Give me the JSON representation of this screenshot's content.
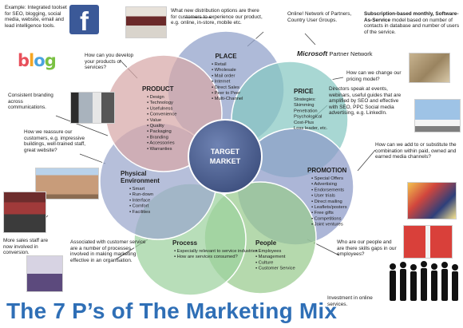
{
  "title": "The 7 P’s of The Marketing Mix",
  "center": {
    "line1": "TARGET",
    "line2": "MARKET"
  },
  "petals": [
    {
      "id": "place",
      "title": "PLACE",
      "items": [
        "Retail",
        "Wholesale",
        "Mail order",
        "Internet",
        "Direct Sales",
        "Peer to Peer",
        "Multi-Channel"
      ],
      "color": "#8f9fc9"
    },
    {
      "id": "price",
      "title": "PRICE",
      "items": [
        "Strategies:",
        "Skimming",
        "Penetration",
        "Psychological",
        "Cost-Plus",
        "Loss leader, etc."
      ],
      "color": "#86c8c2"
    },
    {
      "id": "promotion",
      "title": "PROMOTION",
      "items": [
        "Special Offers",
        "Advertising",
        "Endorsements",
        "User trials",
        "Direct mailing",
        "Leaflets/posters",
        "Free gifts",
        "Competitions",
        "Joint ventures"
      ],
      "color": "#8c9ac7"
    },
    {
      "id": "people",
      "title": "People",
      "items": [
        "Employees",
        "Management",
        "Culture",
        "Customer Service"
      ],
      "color": "#98cb8e"
    },
    {
      "id": "process",
      "title": "Process",
      "items": [
        "Especially relevant to service industries",
        "How are services consumed?"
      ],
      "color": "#9dd19e"
    },
    {
      "id": "physical",
      "title": "Physical Environment",
      "items": [
        "Smart",
        "Run-down",
        "Interface",
        "Comfort",
        "Facilities"
      ],
      "color": "#9aa6cc"
    },
    {
      "id": "product",
      "title": "PRODUCT",
      "items": [
        "Design",
        "Technology",
        "Usefulness",
        "Convenience",
        "Value",
        "Quality",
        "Packaging",
        "Branding",
        "Accessories",
        "Warranties"
      ],
      "color": "#d7a7a7"
    }
  ],
  "notes": {
    "example": "Example: Integrated toolset for SEO, blogging, social media, website, email and lead intelligence tools.",
    "distribution": "What new distribution options are there for customers to experience our product, e.g. online, in-store, mobile etc.",
    "online_network": "Online! Network of Partners, Country User Groups.",
    "subscription_bold": "Subscription-based monthly, Software-As-Service",
    "subscription_rest": " model based on number of contacts in database and number of users of the service.",
    "develop": "How can you develop your products or services?",
    "pricing": "How can we change our pricing model?",
    "branding": "Consistent branding across communications.",
    "directors": "Directors speak at events, webinars, useful guides that are amplified by SEO and effective with SEO, PPC Social media advertising, e.g. LinkedIn.",
    "reassure": "How we reassure our customers, e.g. impressive buildings, well-trained staff, great website?",
    "add_substitute": "How can we add to or substitute the combination within paid, owned and earned media channels?",
    "sales_staff": "More sales staff are now involved in conversion.",
    "customer_service": "Associated with customer service are a number of processes involved in making marketing effective in an organisation.",
    "skills": "Who are our people and are there skills gaps in our employees?",
    "investment": "Investment in online services."
  },
  "logos": {
    "facebook": "f",
    "blog": "blog",
    "microsoft": "Microsoft",
    "partner_network": "Partner Network"
  },
  "colors": {
    "title_blue": "#2f6fb6",
    "center_fill": "#465a8c",
    "facebook_blue": "#3b5998",
    "blog_colors": [
      "#e8505b",
      "#f5a623",
      "#4aa3df",
      "#7ac143"
    ]
  }
}
